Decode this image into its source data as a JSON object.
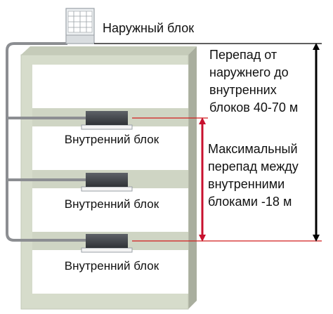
{
  "outdoor_unit": {
    "label": "Наружный блок"
  },
  "indoor_units": [
    {
      "label": "Внутренний блок"
    },
    {
      "label": "Внутренний блок"
    },
    {
      "label": "Внутренний блок"
    }
  ],
  "annotations": {
    "height_outdoor_to_indoor": {
      "lines": [
        "Перепад от",
        "наружнего до",
        "внутренних",
        "блоков 40-70 м"
      ]
    },
    "height_between_indoor": {
      "lines": [
        "Максимальный",
        "перепад между",
        "внутренними",
        "блоками -18 м"
      ]
    }
  },
  "colors": {
    "building_face": "#d6dccb",
    "building_side": "#a9ae9e",
    "pipe": "#8c8e92",
    "marker_line": "#d21f1f",
    "arrow_black": "#000000",
    "arrow_red": "#c8102e"
  }
}
